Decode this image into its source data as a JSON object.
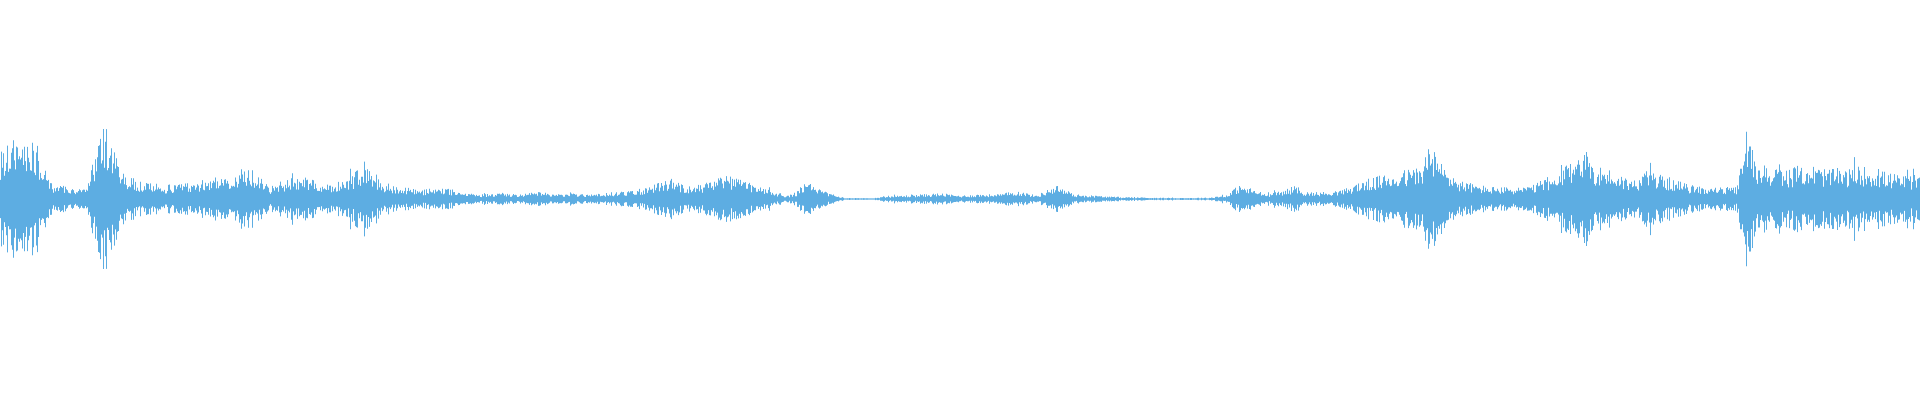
{
  "waveform": {
    "color": "#5DADE2",
    "background": "#FFFFFF",
    "envelope": [
      [
        0.0,
        0.2
      ],
      [
        0.01,
        0.28
      ],
      [
        0.02,
        0.22
      ],
      [
        0.025,
        0.08
      ],
      [
        0.03,
        0.06
      ],
      [
        0.045,
        0.04
      ],
      [
        0.05,
        0.22
      ],
      [
        0.055,
        0.32
      ],
      [
        0.06,
        0.18
      ],
      [
        0.065,
        0.1
      ],
      [
        0.075,
        0.07
      ],
      [
        0.085,
        0.06
      ],
      [
        0.1,
        0.07
      ],
      [
        0.11,
        0.1
      ],
      [
        0.12,
        0.08
      ],
      [
        0.13,
        0.14
      ],
      [
        0.14,
        0.05
      ],
      [
        0.15,
        0.09
      ],
      [
        0.16,
        0.1
      ],
      [
        0.17,
        0.06
      ],
      [
        0.18,
        0.08
      ],
      [
        0.19,
        0.16
      ],
      [
        0.2,
        0.07
      ],
      [
        0.21,
        0.05
      ],
      [
        0.22,
        0.04
      ],
      [
        0.23,
        0.05
      ],
      [
        0.24,
        0.03
      ],
      [
        0.25,
        0.02
      ],
      [
        0.26,
        0.025
      ],
      [
        0.27,
        0.02
      ],
      [
        0.28,
        0.03
      ],
      [
        0.29,
        0.02
      ],
      [
        0.3,
        0.025
      ],
      [
        0.31,
        0.02
      ],
      [
        0.32,
        0.03
      ],
      [
        0.33,
        0.035
      ],
      [
        0.34,
        0.06
      ],
      [
        0.35,
        0.09
      ],
      [
        0.36,
        0.05
      ],
      [
        0.37,
        0.08
      ],
      [
        0.38,
        0.1
      ],
      [
        0.39,
        0.07
      ],
      [
        0.4,
        0.04
      ],
      [
        0.41,
        0.015
      ],
      [
        0.415,
        0.03
      ],
      [
        0.42,
        0.08
      ],
      [
        0.43,
        0.03
      ],
      [
        0.44,
        0.005
      ],
      [
        0.45,
        0.004
      ],
      [
        0.455,
        0.002
      ],
      [
        0.46,
        0.012
      ],
      [
        0.47,
        0.015
      ],
      [
        0.48,
        0.02
      ],
      [
        0.49,
        0.025
      ],
      [
        0.5,
        0.015
      ],
      [
        0.51,
        0.02
      ],
      [
        0.52,
        0.02
      ],
      [
        0.53,
        0.035
      ],
      [
        0.54,
        0.015
      ],
      [
        0.55,
        0.06
      ],
      [
        0.56,
        0.02
      ],
      [
        0.57,
        0.015
      ],
      [
        0.58,
        0.01
      ],
      [
        0.59,
        0.008
      ],
      [
        0.6,
        0.006
      ],
      [
        0.61,
        0.005
      ],
      [
        0.62,
        0.005
      ],
      [
        0.63,
        0.006
      ],
      [
        0.64,
        0.02
      ],
      [
        0.645,
        0.06
      ],
      [
        0.65,
        0.05
      ],
      [
        0.66,
        0.02
      ],
      [
        0.67,
        0.04
      ],
      [
        0.675,
        0.06
      ],
      [
        0.68,
        0.03
      ],
      [
        0.69,
        0.03
      ],
      [
        0.7,
        0.04
      ],
      [
        0.71,
        0.08
      ],
      [
        0.72,
        0.1
      ],
      [
        0.73,
        0.12
      ],
      [
        0.74,
        0.14
      ],
      [
        0.745,
        0.24
      ],
      [
        0.75,
        0.16
      ],
      [
        0.76,
        0.08
      ],
      [
        0.77,
        0.06
      ],
      [
        0.78,
        0.05
      ],
      [
        0.79,
        0.05
      ],
      [
        0.8,
        0.06
      ],
      [
        0.805,
        0.1
      ],
      [
        0.81,
        0.08
      ],
      [
        0.82,
        0.18
      ],
      [
        0.825,
        0.22
      ],
      [
        0.83,
        0.15
      ],
      [
        0.84,
        0.12
      ],
      [
        0.85,
        0.08
      ],
      [
        0.86,
        0.12
      ],
      [
        0.87,
        0.09
      ],
      [
        0.88,
        0.06
      ],
      [
        0.89,
        0.05
      ],
      [
        0.9,
        0.05
      ],
      [
        0.905,
        0.05
      ],
      [
        0.91,
        0.3
      ],
      [
        0.915,
        0.16
      ],
      [
        0.92,
        0.14
      ],
      [
        0.93,
        0.12
      ],
      [
        0.94,
        0.15
      ],
      [
        0.95,
        0.13
      ],
      [
        0.96,
        0.12
      ],
      [
        0.97,
        0.14
      ],
      [
        0.98,
        0.12
      ],
      [
        0.99,
        0.1
      ],
      [
        1.0,
        0.1
      ]
    ]
  }
}
